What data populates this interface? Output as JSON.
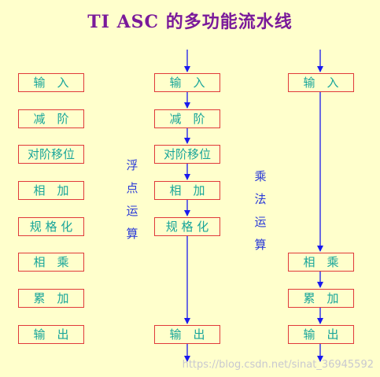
{
  "title": "TI ASC 的多功能流水线",
  "columns": [
    {
      "stages": [
        "输　入",
        "减　阶",
        "对阶移位",
        "相　加",
        "规 格 化",
        "相　乘",
        "累　加",
        "输　出"
      ]
    },
    {
      "stages": [
        "输　入",
        "减　阶",
        "对阶移位",
        "相　加",
        "规 格 化",
        "输　出"
      ]
    },
    {
      "stages": [
        "输　入",
        "相　乘",
        "累　加",
        "输　出"
      ]
    }
  ],
  "labels": {
    "float_op": [
      "浮",
      "点",
      "运",
      "算"
    ],
    "mul_op": [
      "乘",
      "法",
      "运",
      "算"
    ]
  },
  "watermark": "https://blog.csdn.net/sinat_36945592",
  "colors": {
    "border": "#e03a3a",
    "text": "#18a59a",
    "arrow": "#1a1aee",
    "title": "#7a1a9a",
    "label": "#2a3ad8"
  }
}
